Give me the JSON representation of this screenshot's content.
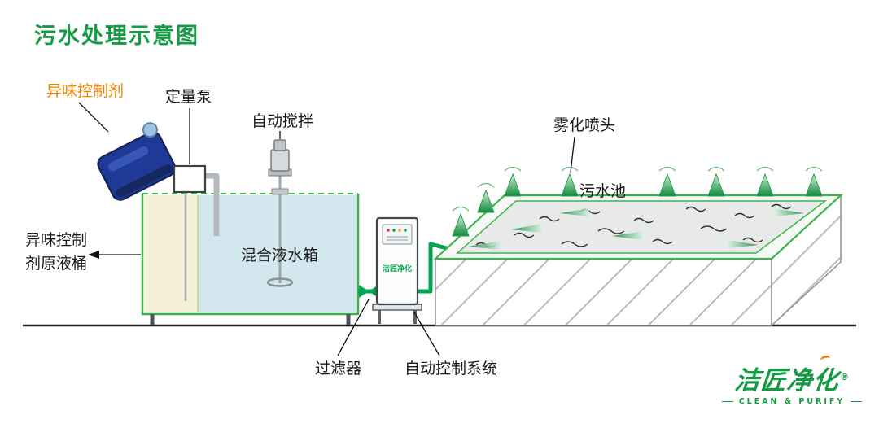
{
  "title": "污水处理示意图",
  "labels": {
    "odor_agent": "异味控制剂",
    "metering_pump": "定量泵",
    "auto_stir": "自动搅拌",
    "atomizing_nozzle": "雾化喷头",
    "sewage_pool": "污水池",
    "stock_barrel_line1": "异味控制",
    "stock_barrel_line2": "剂原液桶",
    "mixing_tank": "混合液水箱",
    "filter": "过滤器",
    "auto_control": "自动控制系统"
  },
  "cabinet": {
    "brand": "洁匠净化"
  },
  "logo": {
    "brand": "洁匠净化",
    "registered": "®",
    "tagline": "CLEAN & PURIFY"
  },
  "colors": {
    "title_green": "#169b45",
    "label_orange": "#f08300",
    "pipe_green": "#00a650",
    "tank_border_green": "#39b54a",
    "water_blue": "#d3e8ee",
    "compartment_yellow": "#f4f1d6",
    "can_blue": "#1e3a96"
  }
}
